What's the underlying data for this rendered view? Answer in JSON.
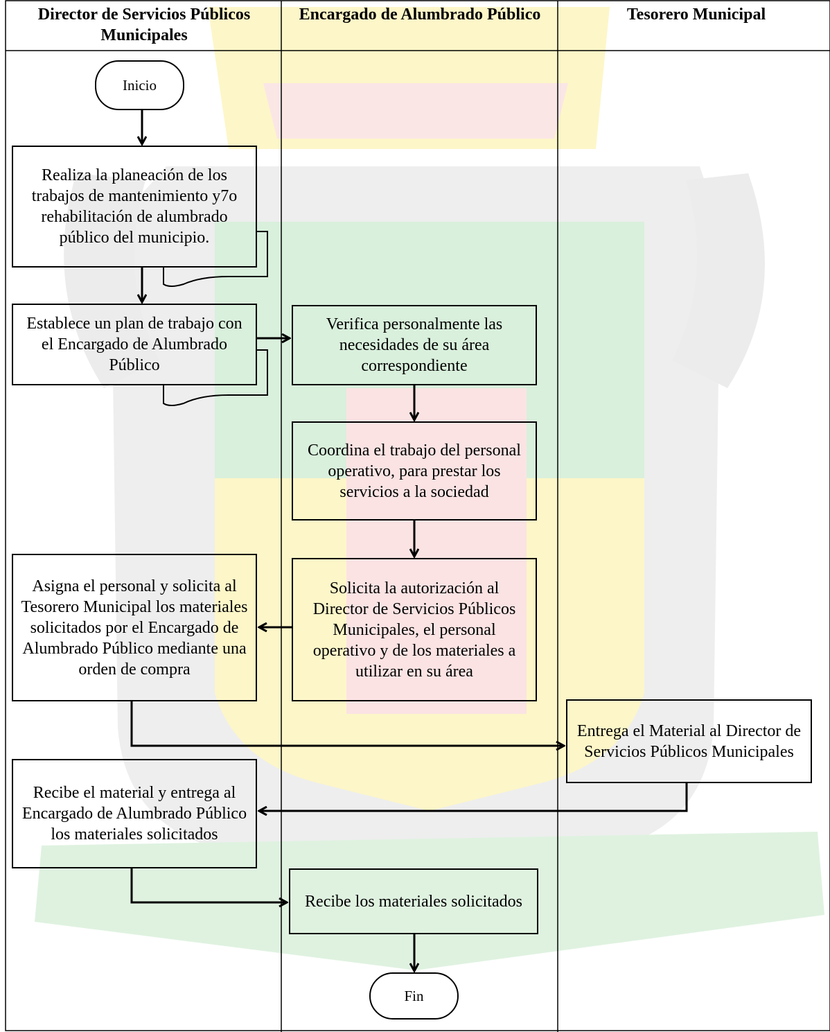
{
  "columns": [
    {
      "title": "Director de Servicios Públicos Municipales"
    },
    {
      "title": "Encargado de Alumbrado Público"
    },
    {
      "title": "Tesorero Municipal"
    }
  ],
  "nodes": {
    "start": "Inicio",
    "d1": "Realiza la planeación de los trabajos de mantenimiento y7o rehabilitación de alumbrado público del municipio.",
    "d2": "Establece un plan de trabajo con el Encargado de Alumbrado Público",
    "e1": "Verifica personalmente las necesidades de su área correspondiente",
    "e2": "Coordina el trabajo del personal operativo, para prestar los servicios a la sociedad",
    "e3": "Solicita la autorización al Director de Servicios Públicos Municipales, el personal operativo y de los materiales a utilizar en su área",
    "d3": "Asigna el personal y solicita al Tesorero Municipal los materiales solicitados por el Encargado de Alumbrado Público mediante una orden de compra",
    "t1": "Entrega el Material al Director de Servicios Públicos Municipales",
    "d4": "Recibe el material y entrega al Encargado de Alumbrado Público los materiales solicitados",
    "e4": "Recibe los materiales solicitados",
    "end": "Fin"
  },
  "edges": [
    {
      "from": "start",
      "to": "d1"
    },
    {
      "from": "d1",
      "to": "d2"
    },
    {
      "from": "d2",
      "to": "e1"
    },
    {
      "from": "e1",
      "to": "e2"
    },
    {
      "from": "e2",
      "to": "e3"
    },
    {
      "from": "e3",
      "to": "d3"
    },
    {
      "from": "d3",
      "to": "t1"
    },
    {
      "from": "t1",
      "to": "d4"
    },
    {
      "from": "d4",
      "to": "e4"
    },
    {
      "from": "e4",
      "to": "end"
    }
  ],
  "colors": {
    "line": "#000000",
    "watermark_green": "#d9f0dc",
    "watermark_yellow": "#fdf6c8",
    "watermark_red": "#f9d9d9",
    "watermark_gray": "#ececec"
  }
}
